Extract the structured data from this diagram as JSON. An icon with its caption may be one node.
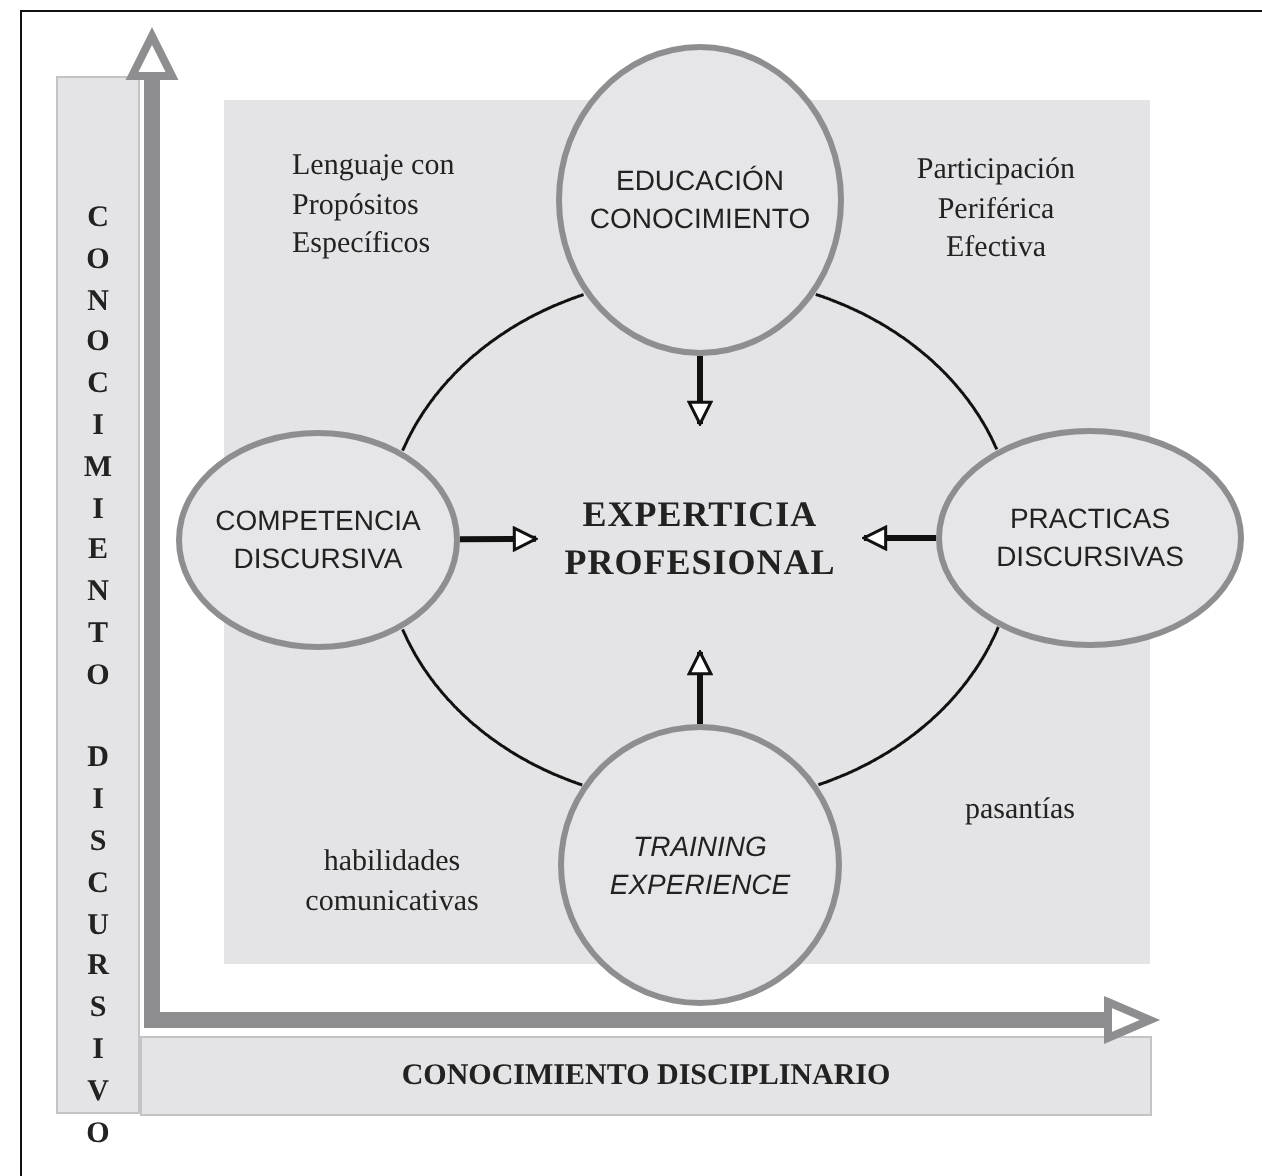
{
  "diagram": {
    "nodes": [
      {
        "text": [
          "EDUCACIÓN CONOCIMIENTO"
        ]
      },
      {
        "text": [
          "COMPETENCIA DISCURSIVA"
        ]
      },
      {
        "text": [
          "EXPERTICIA PROFESIONAL"
        ]
      },
      {
        "text": [
          "PRACTICAS DISCURSIVAS"
        ]
      },
      {
        "text": [
          "TRAINING EXPERIENCE"
        ]
      }
    ],
    "edges": [
      {
        "from": 0,
        "to": 2,
        "arrow": "to",
        "style": "thick"
      },
      {
        "from": 1,
        "to": 2,
        "arrow": "to",
        "style": "thick"
      },
      {
        "from": 3,
        "to": 2,
        "arrow": "to",
        "style": "thick"
      },
      {
        "from": 4,
        "to": 2,
        "arrow": "to",
        "style": "thick"
      },
      {
        "from": 0,
        "to": 1,
        "arrow": "none"
      },
      {
        "from": 0,
        "to": 3,
        "arrow": "none"
      },
      {
        "from": 1,
        "to": 4,
        "arrow": "none"
      },
      {
        "from": 3,
        "to": 4,
        "arrow": "none"
      }
    ],
    "labels": [
      "CONOCIMIENTO DISCURSIVO",
      "Lenguaje con Propósitos Específicos",
      "Participación Periférica Efectiva",
      "habilidades comunicativas",
      "pasantías",
      "CONOCIMIENTO DISCIPLINARIO"
    ]
  }
}
